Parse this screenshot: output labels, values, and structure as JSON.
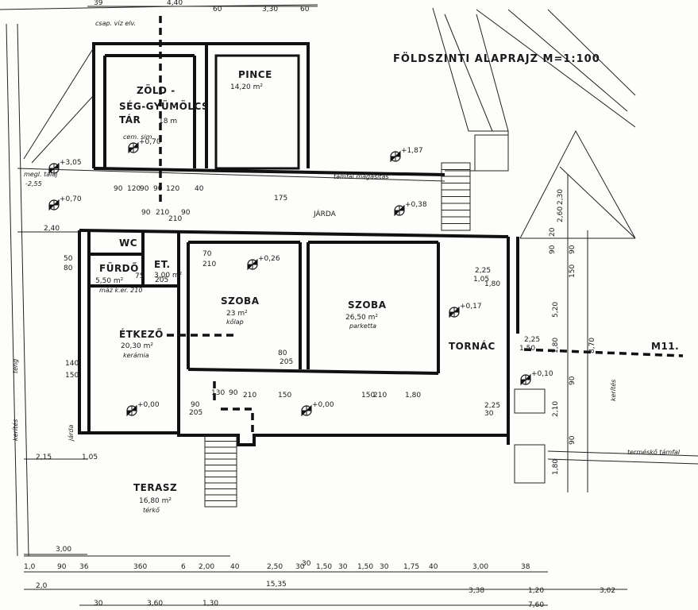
{
  "title": "FÖLDSZINTI ALAPRAJZ M=1:100",
  "section_label": "M11.",
  "rooms": {
    "pince": {
      "name": "PINCE",
      "area": "14,20 m²"
    },
    "zoldseg": {
      "name1": "ZÖLD -",
      "name2": "SÉG-GYÜMÖLCS",
      "name3": "TÁR",
      "area": "18 m",
      "material": "cem. sim."
    },
    "wc": {
      "name": "WC"
    },
    "furdo": {
      "name": "FÜRDŐ",
      "area": "5,50 m²",
      "material": "máz k.er. 210"
    },
    "et": {
      "name": "ET.",
      "area": "3,00 m²"
    },
    "szoba1": {
      "name": "SZOBA",
      "area": "23 m²",
      "material": "kőlap"
    },
    "szoba2": {
      "name": "SZOBA",
      "area": "26,50 m²",
      "material": "parketta"
    },
    "etkezo": {
      "name": "ÉTKEZŐ",
      "area": "20,30 m²",
      "material": "kerámia"
    },
    "tornac": {
      "name": "TORNÁC"
    },
    "terasz": {
      "name": "TERASZ",
      "area": "16,80 m²",
      "material": "térkő"
    }
  },
  "labels": {
    "jarda_top": "JÁRDA",
    "jarda_side": "járda",
    "kerites_left": "kerítés",
    "kerites_right": "kerítés",
    "teng": "teng",
    "tamfal": "támfal magasítás",
    "termesko": "terméskő támfal",
    "csap": "csap. víz elv.",
    "megl": "megl. talaj",
    "megl_val": "-2,55"
  },
  "levels": [
    "+3,05",
    "+0,70",
    "+0,70",
    "+1,87",
    "+0,38",
    "+0,26",
    "+0,17",
    "+0,10",
    "+0,00",
    "+0,00"
  ],
  "bottom_dims_row1": [
    "1,0",
    "90",
    "36",
    "360",
    "6",
    "2,00",
    "40",
    "2,50",
    "30",
    "1,50",
    "30",
    "1,50",
    "30",
    "1,75",
    "40",
    "3,00",
    "38"
  ],
  "bottom_dims_row2": [
    "2,0",
    "15,35",
    "3,38",
    "1,20",
    "3,02"
  ],
  "bottom_dims_row3": [
    "30",
    "3,60",
    "1,30",
    "7,60"
  ],
  "top_dims": [
    "39",
    "4,40",
    "60",
    "3,30",
    "60"
  ],
  "left_dims": [
    "2,40",
    "2,15",
    "1,05",
    "3,00",
    "50",
    "80",
    "140",
    "150"
  ],
  "right_dims": [
    "2,60",
    "2,30",
    "20",
    "90",
    "90",
    "150",
    "5,20",
    "1,80",
    "90",
    "2,10",
    "8,70",
    "90",
    "1,80"
  ],
  "inner_dims": [
    "90",
    "120",
    "90",
    "90",
    "120",
    "40",
    "175",
    "90",
    "210",
    "90",
    "210",
    "70",
    "210",
    "75",
    "205",
    "80",
    "205",
    "130",
    "90",
    "210",
    "90",
    "205",
    "150",
    "150",
    "210",
    "1,80",
    "2,25",
    "1,05",
    "1,80",
    "2,25",
    "1,50",
    "2,25",
    "30",
    "30"
  ]
}
